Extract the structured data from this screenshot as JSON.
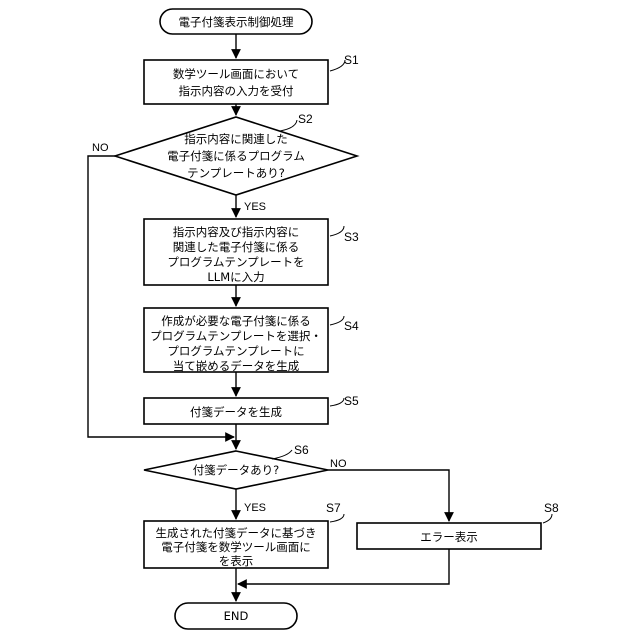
{
  "flowchart": {
    "start": "電子付箋表示制御処理",
    "end": "END",
    "steps": {
      "s1": {
        "id": "S1",
        "lines": [
          "数学ツール画面において",
          "指示内容の入力を受付"
        ]
      },
      "s2": {
        "id": "S2",
        "lines": [
          "指示内容に関連した",
          "電子付箋に係るプログラム",
          "テンプレートあり?"
        ]
      },
      "s3": {
        "id": "S3",
        "lines": [
          "指示内容及び指示内容に",
          "関連した電子付箋に係る",
          "プログラムテンプレートを",
          "LLMに入力"
        ]
      },
      "s4": {
        "id": "S4",
        "lines": [
          "作成が必要な電子付箋に係る",
          "プログラムテンプレートを選択・",
          "プログラムテンプレートに",
          "当て嵌めるデータを生成"
        ]
      },
      "s5": {
        "id": "S5",
        "lines": [
          "付箋データを生成"
        ]
      },
      "s6": {
        "id": "S6",
        "lines": [
          "付箋データあり?"
        ]
      },
      "s7": {
        "id": "S7",
        "lines": [
          "生成された付箋データに基づき",
          "電子付箋を数学ツール画面に",
          "を表示"
        ]
      },
      "s8": {
        "id": "S8",
        "lines": [
          "エラー表示"
        ]
      }
    },
    "branches": {
      "s2_yes": "YES",
      "s2_no": "NO",
      "s6_yes": "YES",
      "s6_no": "NO"
    }
  }
}
